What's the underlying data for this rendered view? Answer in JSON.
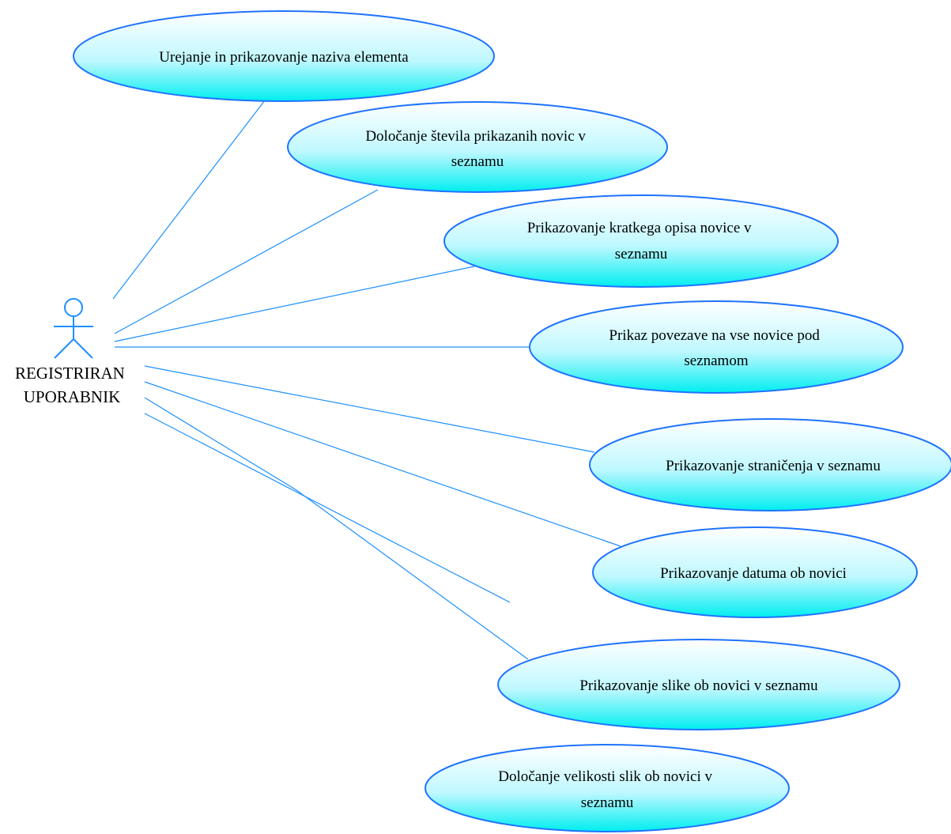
{
  "actor": {
    "label_lines": [
      "REGISTRIRAN",
      "UPORABNIK"
    ]
  },
  "use_cases": [
    {
      "id": "uc1",
      "lines": [
        "Urejanje in prikazovanje naziva elementa"
      ]
    },
    {
      "id": "uc2",
      "lines": [
        "Določanje števila prikazanih novic v",
        "seznamu"
      ]
    },
    {
      "id": "uc3",
      "lines": [
        "Prikazovanje kratkega opisa novice v",
        "seznamu"
      ]
    },
    {
      "id": "uc4",
      "lines": [
        "Prikaz povezave na vse novice pod",
        "seznamom"
      ]
    },
    {
      "id": "uc5",
      "lines": [
        "Prikazovanje straničenja v seznamu"
      ]
    },
    {
      "id": "uc6",
      "lines": [
        "Prikazovanje datuma ob novici"
      ]
    },
    {
      "id": "uc7",
      "lines": [
        "Prikazovanje slike ob novici v seznamu"
      ]
    },
    {
      "id": "uc8",
      "lines": [
        "Določanje velikosti slik ob novici v",
        "seznamu"
      ]
    }
  ],
  "colors": {
    "ellipse_fill_top": "#ffffff",
    "ellipse_fill_bottom": "#00f0f0",
    "ellipse_stroke": "#1e73ff",
    "line": "#1e90ff",
    "actor": "#1e90ff"
  }
}
